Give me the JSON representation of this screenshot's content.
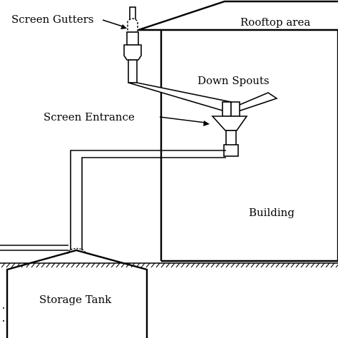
{
  "diagram": {
    "labels": {
      "screen_gutters": "Screen Gutters",
      "rooftop_area": "Rooftop area",
      "down_spouts": "Down Spouts",
      "screen_entrance": "Screen Entrance",
      "building": "Building",
      "storage_tank": "Storage Tank"
    },
    "colors": {
      "line": "#000000",
      "background": "#ffffff"
    }
  }
}
